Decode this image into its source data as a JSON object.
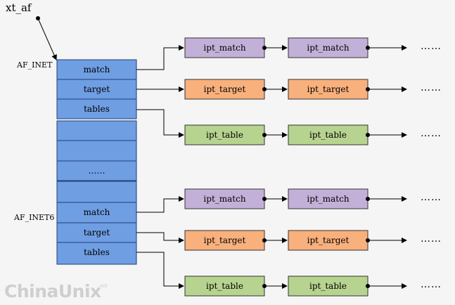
{
  "root_label": "xt_af",
  "groups": [
    {
      "label": "AF_INET",
      "rows": [
        "match",
        "target",
        "tables"
      ],
      "chains": [
        {
          "kind": "match",
          "nodes": [
            "ipt_match",
            "ipt_match"
          ],
          "ellipsis": "……"
        },
        {
          "kind": "target",
          "nodes": [
            "ipt_target",
            "ipt_target"
          ],
          "ellipsis": "……"
        },
        {
          "kind": "table",
          "nodes": [
            "ipt_table",
            "ipt_table"
          ],
          "ellipsis": "……"
        }
      ]
    },
    {
      "label": "AF_INET6",
      "rows": [
        "match",
        "target",
        "tables"
      ],
      "chains": [
        {
          "kind": "match",
          "nodes": [
            "ipt_match",
            "ipt_match"
          ],
          "ellipsis": "……"
        },
        {
          "kind": "target",
          "nodes": [
            "ipt_target",
            "ipt_target"
          ],
          "ellipsis": "……"
        },
        {
          "kind": "table",
          "nodes": [
            "ipt_table",
            "ipt_table"
          ],
          "ellipsis": "……"
        }
      ]
    }
  ],
  "middle_ellipsis": "……",
  "colors": {
    "array_cell": "#6f9ee3",
    "match": "#c3b0d8",
    "target": "#f8b07c",
    "table": "#b6d38f"
  },
  "watermark": "ChinaUnix",
  "watermark_sup": ".net"
}
